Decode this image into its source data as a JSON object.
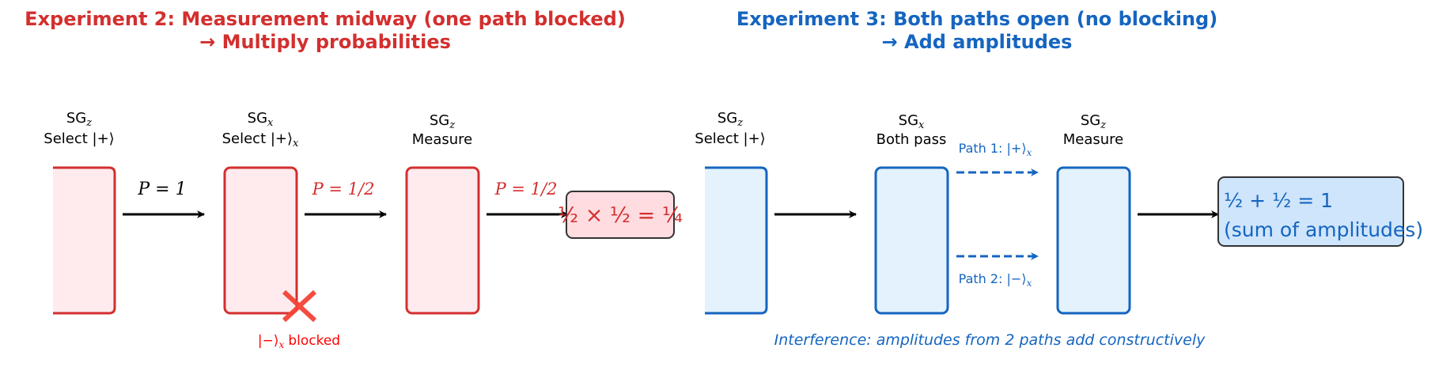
{
  "colors": {
    "red": "#d32f2f",
    "red_fill": "#ffebee",
    "red_result_fill": "#ffdce0",
    "blue": "#1565c0",
    "blue_fill": "#e3f2fd",
    "blue_result_fill": "#cfe5fb",
    "black": "#000000",
    "cross": "#f44336"
  },
  "exp2": {
    "title_line1": "Experiment 2: Measurement midway (one path blocked)",
    "title_line2": "→ Multiply probabilities",
    "boxes": [
      {
        "label_sg": "SG",
        "label_sub": "z",
        "label_line2": "Select |+⟩"
      },
      {
        "label_sg": "SG",
        "label_sub": "x",
        "label_line2": "Select |+⟩",
        "label_line2_sub": "x"
      },
      {
        "label_sg": "SG",
        "label_sub": "z",
        "label_line2": "Measure"
      }
    ],
    "arrow_labels": [
      "P = 1",
      "P = 1/2",
      "P = 1/2"
    ],
    "blocked_label": "|−⟩",
    "blocked_sub": "x",
    "blocked_word": "blocked",
    "result": "½ × ½ = ¼"
  },
  "exp3": {
    "title_line1": "Experiment 3: Both paths open (no blocking)",
    "title_line2": "→ Add amplitudes",
    "boxes": [
      {
        "label_sg": "SG",
        "label_sub": "z",
        "label_line2": "Select |+⟩"
      },
      {
        "label_sg": "SG",
        "label_sub": "x",
        "label_line2": "Both pass"
      },
      {
        "label_sg": "SG",
        "label_sub": "z",
        "label_line2": "Measure"
      }
    ],
    "path1_label": "Path 1: |+⟩",
    "path1_sub": "x",
    "path2_label": "Path 2: |−⟩",
    "path2_sub": "x",
    "result_line1": "½ + ½ = 1",
    "result_line2": "(sum of amplitudes)",
    "footnote": "Interference: amplitudes from 2 paths add constructively"
  }
}
